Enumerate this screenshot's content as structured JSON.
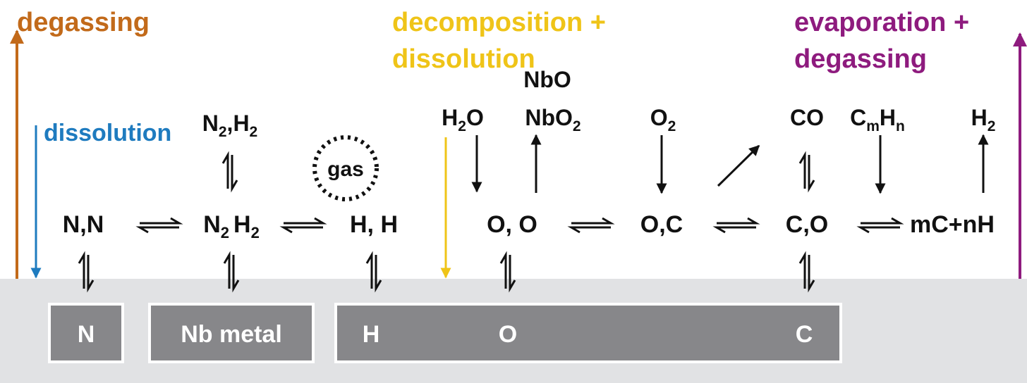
{
  "colors": {
    "degassing": "#c26a1a",
    "dissolution": "#1e7bbf",
    "decomposition": "#efc418",
    "evaporation": "#8e1b7e",
    "text": "#111111",
    "metal_area": "#e1e2e4",
    "box_fill": "#87878a",
    "box_text": "#ffffff"
  },
  "process_labels": {
    "degassing": "degassing",
    "dissolution": "dissolution",
    "decomposition_line1": "decomposition +",
    "decomposition_line2": "dissolution",
    "evaporation_line1": "evaporation +",
    "evaporation_line2": "degassing"
  },
  "gas_label": "gas",
  "gas_species": {
    "n2h2": {
      "a": "N",
      "a_sub": "2",
      "sep": ",",
      "b": "H",
      "b_sub": "2"
    },
    "h2o": {
      "a": "H",
      "a_sub": "2",
      "rest": "O"
    },
    "nbo": "NbO",
    "nbo2": {
      "a": "NbO",
      "a_sub": "2"
    },
    "o2": {
      "a": "O",
      "a_sub": "2"
    },
    "co": "CO",
    "cmhn": {
      "a": "C",
      "a_sub": "m",
      "b": "H",
      "b_sub": "n"
    },
    "h2": {
      "a": "H",
      "a_sub": "2"
    }
  },
  "adsorbed": {
    "nn": "N,N",
    "n2h2": {
      "a": "N",
      "a_sub": "2",
      "b": "H",
      "b_sub": "2"
    },
    "hh": "H, H",
    "oo": "O, O",
    "oc": "O,C",
    "co": "C,O",
    "mcnh": "mC+nH"
  },
  "bulk": {
    "n": "N",
    "nb_metal": "Nb metal",
    "h": "H",
    "o": "O",
    "c": "C"
  }
}
